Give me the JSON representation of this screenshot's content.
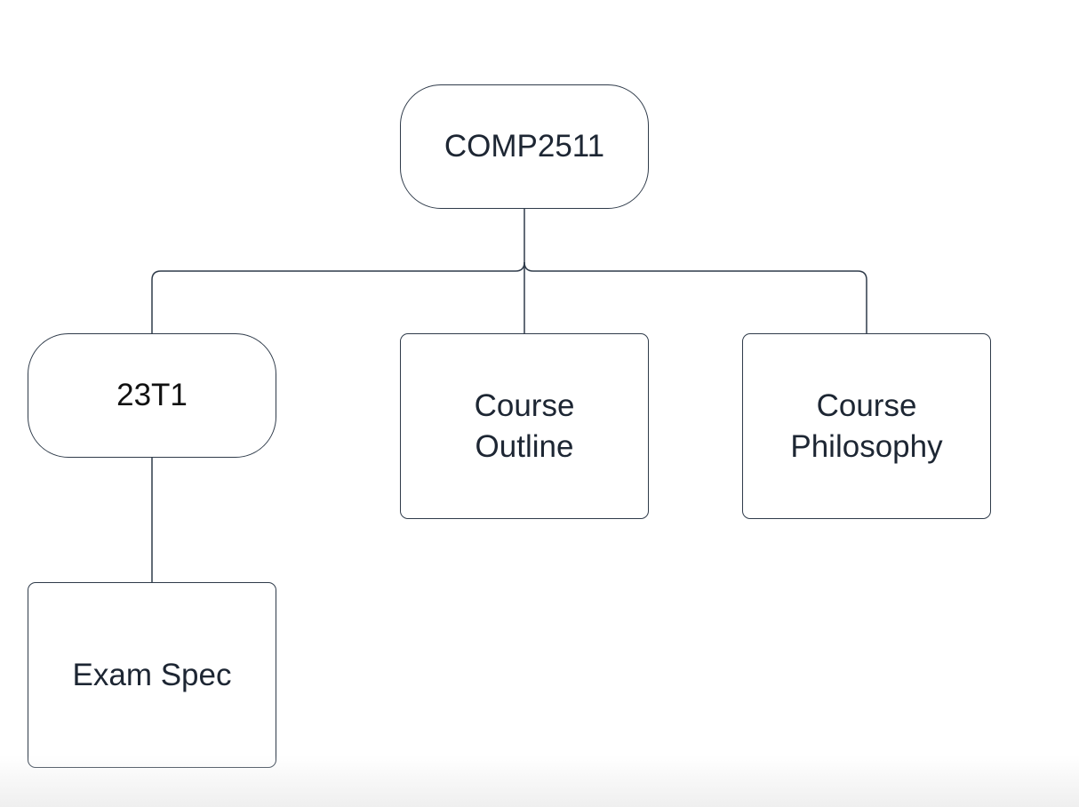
{
  "diagram": {
    "nodes": {
      "root": {
        "label": "COMP2511",
        "shape": "rounded-pill"
      },
      "term": {
        "label": "23T1",
        "shape": "rounded-pill"
      },
      "outline": {
        "label": "Course\nOutline",
        "shape": "rectangle"
      },
      "philosophy": {
        "label": "Course\nPhilosophy",
        "shape": "rectangle"
      },
      "exam": {
        "label": "Exam Spec",
        "shape": "rectangle"
      }
    },
    "edges": [
      [
        "root",
        "term"
      ],
      [
        "root",
        "outline"
      ],
      [
        "root",
        "philosophy"
      ],
      [
        "term",
        "exam"
      ]
    ],
    "colors": {
      "stroke": "#2f3b4a",
      "text": "#1d2633",
      "background": "#ffffff"
    }
  }
}
